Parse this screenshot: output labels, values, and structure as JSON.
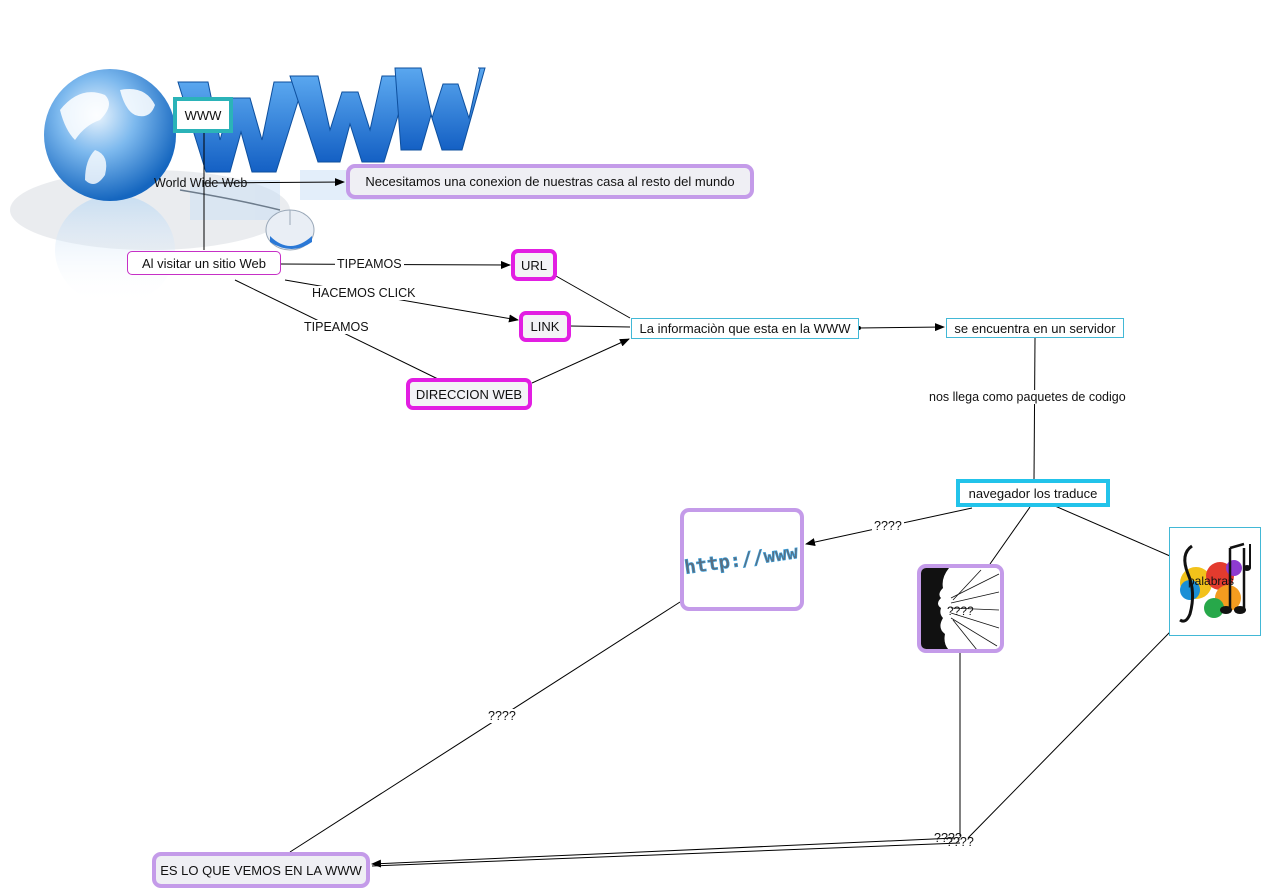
{
  "nodes": {
    "www": "WWW",
    "necesitamos": "Necesitamos una conexion de nuestras casa al resto del mundo",
    "al_visitar": "Al visitar un sitio Web",
    "url": "URL",
    "link": "LINK",
    "direccion_web": "DIRECCION WEB",
    "informacion": "La informaciòn que esta en la WWW",
    "servidor": "se encuentra en un servidor",
    "navegador": "navegador los traduce",
    "face_caption": "????",
    "music_caption": "palabras",
    "http_image_text": "http://www",
    "es_lo_que": "ES LO QUE VEMOS EN LA WWW"
  },
  "edges": {
    "world_wide_web": "World Wide Web",
    "tipeamos_1": "TIPEAMOS",
    "hacemos_click": "HACEMOS CLICK",
    "tipeamos_2": "TIPEAMOS",
    "nos_llega": "nos llega como paquetes de codigo",
    "q_http": "????",
    "q_http_bottom": "????",
    "q_bottom_1": "????",
    "q_bottom_2": "????"
  },
  "colors": {
    "teal": "#2bb3b8",
    "magenta": "#e21ee2",
    "lilac": "#c49be9",
    "cyan": "#22c3ea",
    "globe_blue": "#1e7fd6"
  },
  "icons": [
    "globe-www-logo",
    "computer-mouse-icon",
    "face-profile-image",
    "music-notes-image"
  ]
}
